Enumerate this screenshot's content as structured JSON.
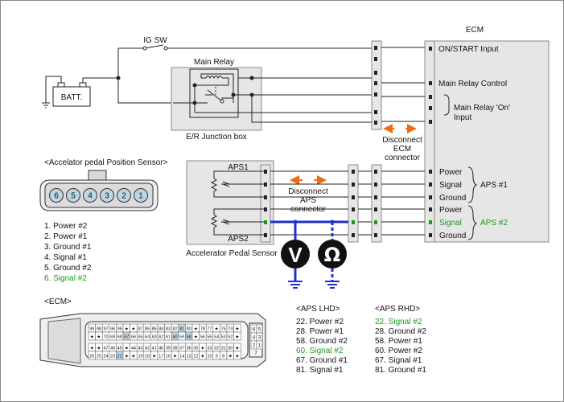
{
  "colors": {
    "signal": "#1a9a1a",
    "wire_highlight": "#1b2fd6",
    "arrow": "#f06a12",
    "box_fill": "#e6e6e6",
    "cell_blue": "#bcd6e6"
  },
  "labels": {
    "ig_sw": "IG SW",
    "main_relay": "Main Relay",
    "batt": "BATT.",
    "er_junction": "E/R Junction box",
    "ecm": "ECM",
    "disconnect_ecm": [
      "Disconnect",
      "ECM",
      "connector"
    ],
    "disconnect_aps": [
      "Disconnect",
      "APS",
      "connector"
    ],
    "aps1": "APS1",
    "aps2": "APS2",
    "aps_sensor": "Accelerator Pedal Sensor",
    "aps_heading": "<Accelator pedal Position Sensor>",
    "ecm_heading": "<ECM>",
    "voltmeter": "V",
    "ohmmeter": "Ω"
  },
  "ecm_pins": {
    "on_start": "ON/START Input",
    "main_relay_control": "Main Relay Control",
    "main_relay_on": [
      "Main Relay 'On'",
      "Input"
    ],
    "aps1_group": "APS #1",
    "aps2_group": "APS #2",
    "pins": [
      "Power",
      "Signal",
      "Ground",
      "Power",
      "Signal",
      "Ground"
    ]
  },
  "aps_connector_pins": [
    "6",
    "5",
    "4",
    "3",
    "2",
    "1"
  ],
  "aps_pin_list": [
    "1. Power #2",
    "2. Power #1",
    "3. Ground #1",
    "4. Signal #1",
    "5. Ground #2",
    "6. Signal #2"
  ],
  "ecm_connector": {
    "row1": [
      "99",
      "98",
      "97",
      "96",
      "95",
      "★",
      "★",
      "87",
      "86",
      "85",
      "84",
      "83",
      "82",
      "81",
      "80",
      "★",
      "78",
      "77",
      "★",
      "75",
      "74",
      "★"
    ],
    "row2": [
      "★",
      "★",
      "70",
      "69",
      "68",
      "67",
      "66",
      "65",
      "64",
      "63",
      "62",
      "61",
      "60",
      "59",
      "58",
      "★",
      "56",
      "55",
      "54",
      "53",
      "52",
      "★"
    ],
    "row3": [
      "★",
      "★",
      "47",
      "46",
      "45",
      "★",
      "44",
      "43",
      "42",
      "41",
      "40",
      "39",
      "38",
      "37",
      "36",
      "35",
      "★",
      "33",
      "32",
      "31",
      "30",
      "★"
    ],
    "row4": [
      "26",
      "25",
      "24",
      "23",
      "22",
      "★",
      "★",
      "19",
      "18",
      "★",
      "17",
      "16",
      "★",
      "14",
      "13",
      "12",
      "★",
      "10",
      "9",
      "8",
      "★",
      "★"
    ],
    "side": [
      "6",
      "5",
      "4",
      "3",
      "2",
      "1"
    ],
    "side_extra": "7"
  },
  "aps_lhd": {
    "title": "<APS LHD>",
    "lines": [
      "22. Power #2",
      "28. Power #1",
      "58. Ground #2",
      "60. Signal #2",
      "67. Ground #1",
      "81. Signal #1"
    ]
  },
  "aps_rhd": {
    "title": "<APS RHD>",
    "lines": [
      "22. Signal #2",
      "28. Ground #2",
      "58. Power #1",
      "60. Power #2",
      "67. Signal #1",
      "81. Ground #1"
    ]
  }
}
